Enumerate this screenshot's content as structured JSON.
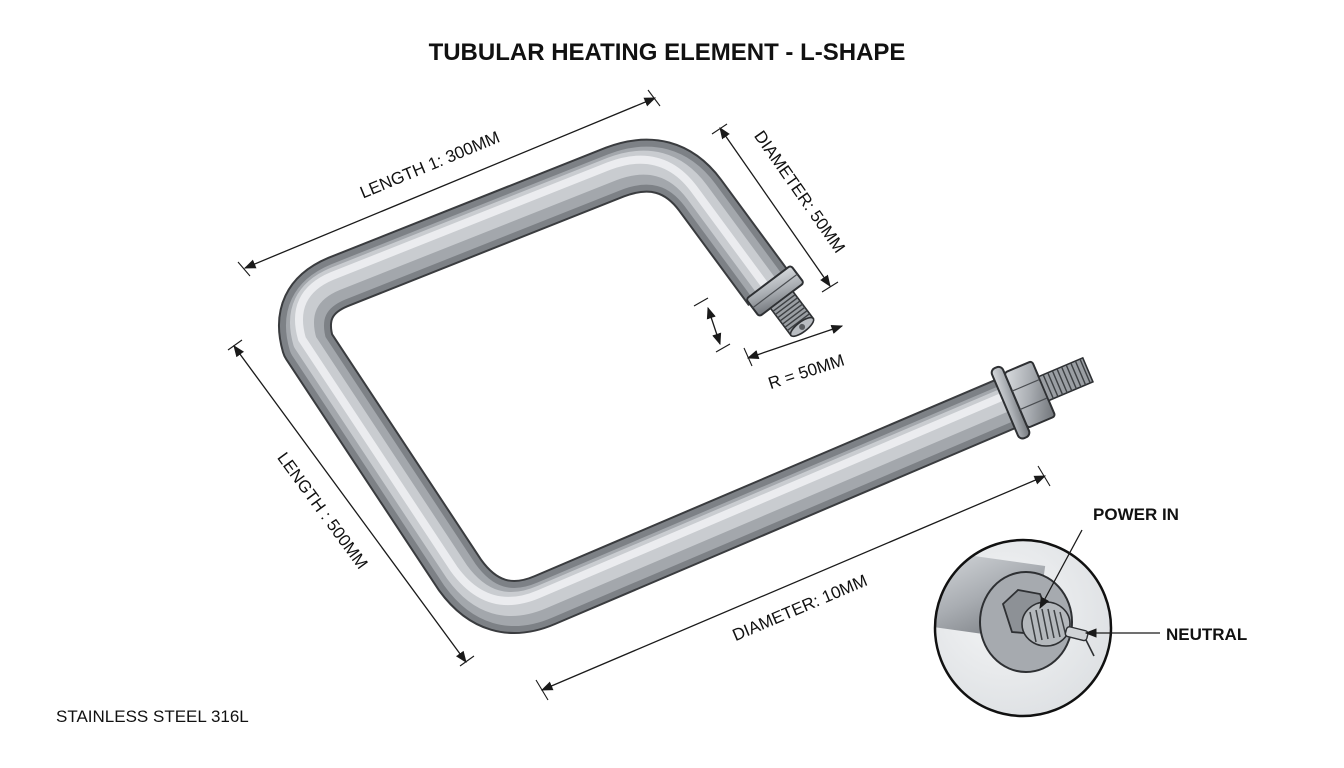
{
  "title": "TUBULAR HEATING ELEMENT - L-SHAPE",
  "dimensions": {
    "length_1": "LENGTH 1: 300MM",
    "length_2": "LENGTH : 500MM",
    "diameter_terminal": "DIAMETER: 50MM",
    "bend_radius": "R = 50MM",
    "diameter_tube": "DIAMETER: 10MM"
  },
  "callouts": {
    "power_in": "POWER IN",
    "neutral": "NEUTRAL"
  },
  "material": "STAINLESS STEEL 316L",
  "colors": {
    "tube_dark": "#7d8186",
    "tube_mid": "#b9bdc2",
    "tube_light": "#eef0f2",
    "outline": "#3a3c3f",
    "line": "#1a1a1a"
  }
}
